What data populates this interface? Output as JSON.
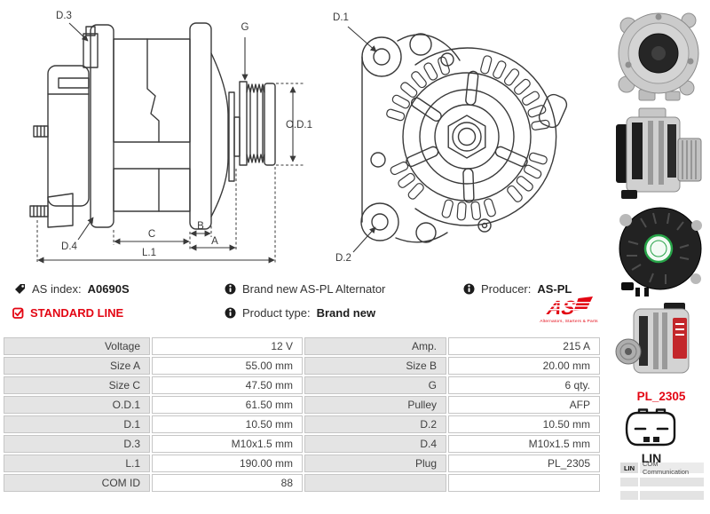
{
  "colors": {
    "accent_red": "#e30613"
  },
  "diagrams": {
    "side_view": {
      "labels": {
        "d3": "D.3",
        "g": "G",
        "od1": "O.D.1",
        "d4": "D.4",
        "c": "C",
        "b": "B",
        "a": "A",
        "l1": "L.1"
      }
    },
    "front_view": {
      "labels": {
        "d1": "D.1",
        "d2": "D.2"
      }
    }
  },
  "info": {
    "as_index_label": "AS index:",
    "as_index_value": "A0690S",
    "standard_line_label": "STANDARD LINE",
    "description": "Brand new AS-PL Alternator",
    "product_type_label": "Product type:",
    "product_type_value": "Brand new",
    "producer_label": "Producer:",
    "producer_value": "AS-PL",
    "logo_text": "AS",
    "logo_tagline": "Alternators, Starters & Parts"
  },
  "spec_table": {
    "rows": [
      {
        "l1": "Voltage",
        "v1": "12 V",
        "l2": "Amp.",
        "v2": "215 A"
      },
      {
        "l1": "Size A",
        "v1": "55.00 mm",
        "l2": "Size B",
        "v2": "20.00 mm"
      },
      {
        "l1": "Size C",
        "v1": "47.50 mm",
        "l2": "G",
        "v2": "6 qty."
      },
      {
        "l1": "O.D.1",
        "v1": "61.50 mm",
        "l2": "Pulley",
        "v2": "AFP"
      },
      {
        "l1": "D.1",
        "v1": "10.50 mm",
        "l2": "D.2",
        "v2": "10.50 mm"
      },
      {
        "l1": "D.3",
        "v1": "M10x1.5 mm",
        "l2": "D.4",
        "v2": "M10x1.5 mm"
      },
      {
        "l1": "L.1",
        "v1": "190.00 mm",
        "l2": "Plug",
        "v2": "PL_2305"
      },
      {
        "l1": "COM ID",
        "v1": "88",
        "l2": "",
        "v2": ""
      }
    ]
  },
  "sidebar": {
    "plug_code": "PL_2305",
    "connector_label": "LIN",
    "com_row": {
      "key": "LIN",
      "value": "COM Communication"
    }
  }
}
